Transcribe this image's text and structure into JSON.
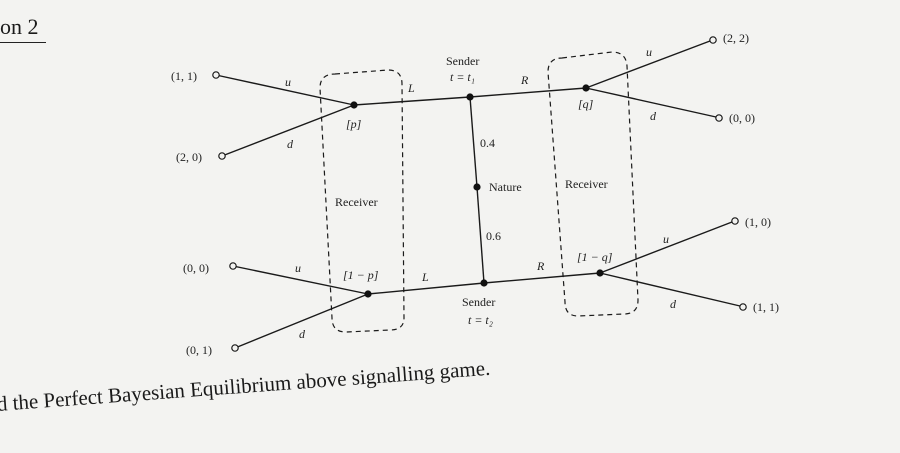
{
  "heading": "on 2",
  "question": "d the Perfect Bayesian Equilibrium above signalling game.",
  "diagram": {
    "sender_top": "Sender",
    "type_top": "t = t₁",
    "sender_bottom": "Sender",
    "type_bottom": "t = t₂",
    "nature": "Nature",
    "prob_top": "0.4",
    "prob_bottom": "0.6",
    "receiver_left": "Receiver",
    "receiver_right": "Receiver",
    "belief_p": "[p]",
    "belief_1mp": "[1 − p]",
    "belief_q": "[q]",
    "belief_1mq": "[1 − q]",
    "msg_L_top": "L",
    "msg_L_bottom": "L",
    "msg_R_top": "R",
    "msg_R_bottom": "R",
    "act_u": "u",
    "act_d": "d",
    "payoffs": {
      "top_left_u": "(1, 1)",
      "top_left_d": "(2, 0)",
      "bottom_left_u": "(0, 0)",
      "bottom_left_d": "(0, 1)",
      "top_right_u": "(2, 2)",
      "top_right_d": "(0, 0)",
      "bottom_right_u": "(1, 0)",
      "bottom_right_d": "(1, 1)"
    }
  }
}
